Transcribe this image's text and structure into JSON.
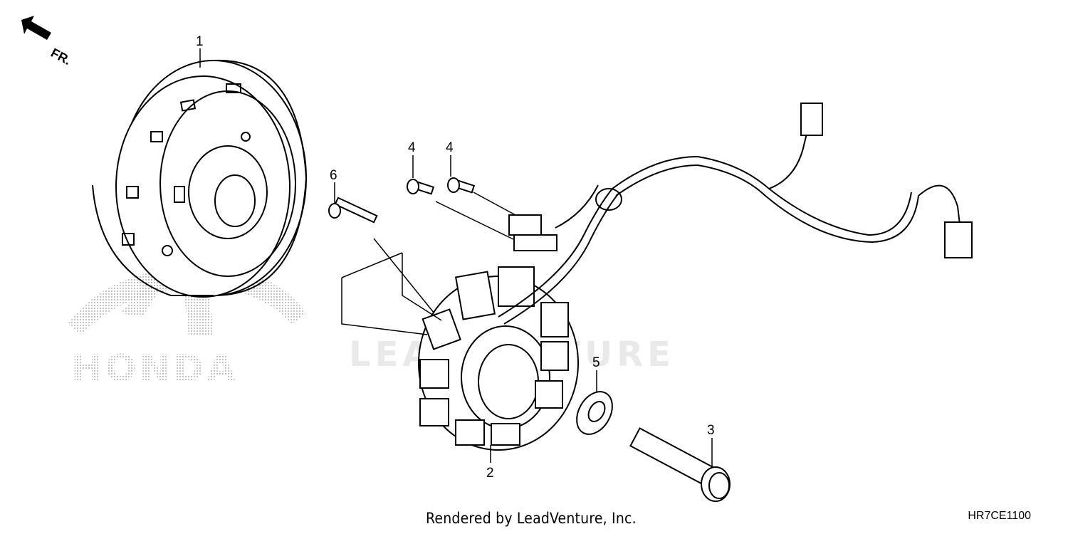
{
  "diagram": {
    "direction_label": "FR.",
    "watermark_logo_text": "HONDA",
    "watermark_text": "LEADVENTURE",
    "callouts": [
      {
        "id": "1",
        "label": "1"
      },
      {
        "id": "2",
        "label": "2"
      },
      {
        "id": "3",
        "label": "3"
      },
      {
        "id": "4a",
        "label": "4"
      },
      {
        "id": "4b",
        "label": "4"
      },
      {
        "id": "5",
        "label": "5"
      },
      {
        "id": "6",
        "label": "6"
      }
    ],
    "footer": {
      "credit": "Rendered by LeadVenture, Inc.",
      "code": "HR7CE1100"
    }
  }
}
